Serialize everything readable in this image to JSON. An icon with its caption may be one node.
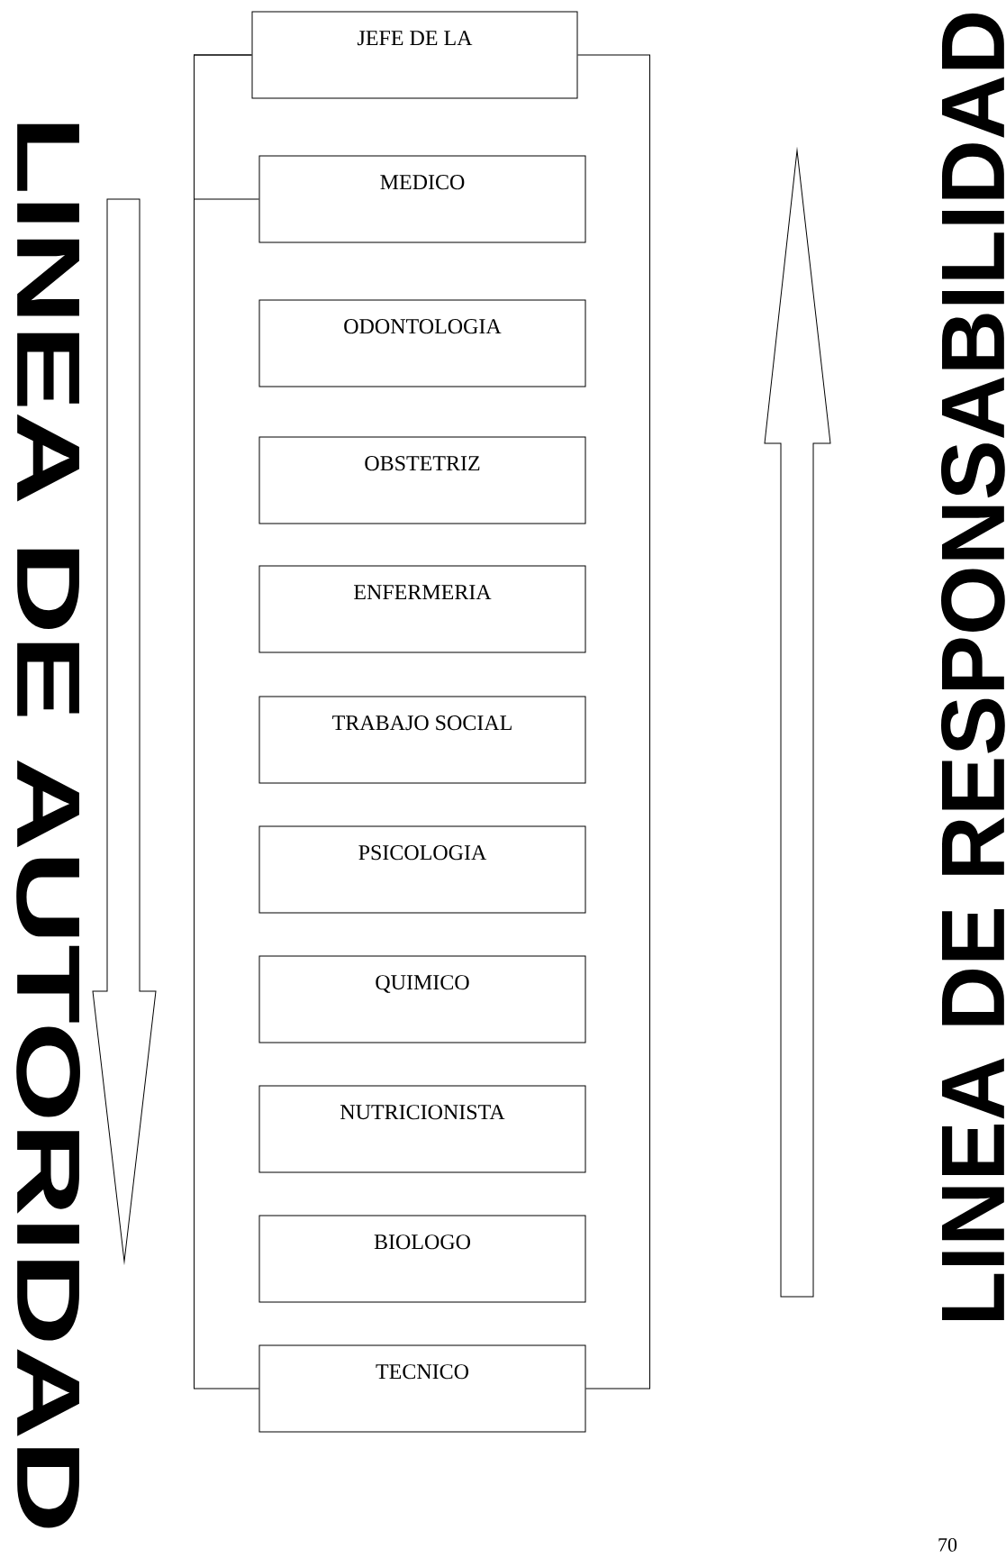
{
  "diagram": {
    "nodes": [
      {
        "text": [
          "JEFE DE LA"
        ]
      },
      {
        "text": [
          "MEDICO"
        ]
      },
      {
        "text": [
          "ODONTOLOGIA"
        ]
      },
      {
        "text": [
          "OBSTETRIZ"
        ]
      },
      {
        "text": [
          "ENFERMERIA"
        ]
      },
      {
        "text": [
          "TRABAJO SOCIAL"
        ]
      },
      {
        "text": [
          "PSICOLOGIA"
        ]
      },
      {
        "text": [
          "QUIMICO"
        ]
      },
      {
        "text": [
          "NUTRICIONISTA"
        ]
      },
      {
        "text": [
          "BIOLOGO"
        ]
      },
      {
        "text": [
          "TECNICO"
        ]
      }
    ],
    "edges": [
      {
        "from": 0,
        "to": 1,
        "arrow": "none"
      },
      {
        "from": 0,
        "to": 10,
        "arrow": "none"
      },
      {
        "from": 0,
        "to": 10,
        "arrow": "none"
      }
    ],
    "labels": [
      "LINEA DE AUTORIDAD",
      "LINEA DE RESPONSABILIDAD",
      "70"
    ]
  }
}
